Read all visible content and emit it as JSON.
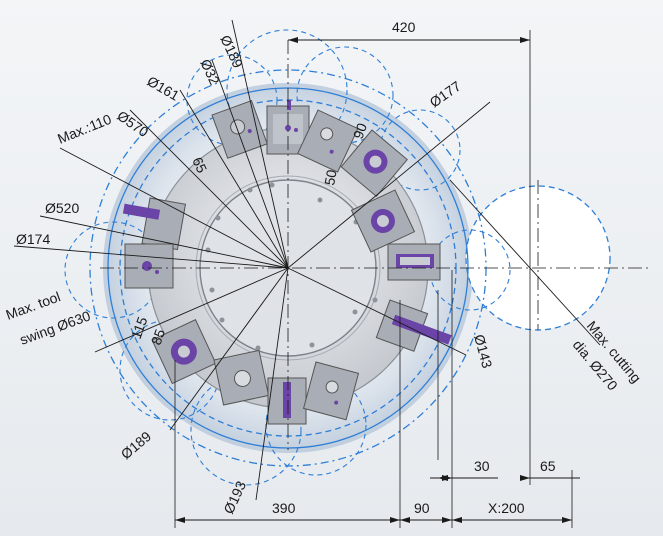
{
  "colors": {
    "dimension_line": "#1a1a1a",
    "swing_circle": "#2f7fd6",
    "turret_face": "#c9ccd2",
    "tool_block": "#a7abb3",
    "tool_accent": "#6a44a6",
    "halo": "#cfd9e6"
  },
  "labels": {
    "d189_top": "Ø189",
    "d32": "Ø32",
    "d161": "Ø161",
    "d570": "Ø570",
    "max110": "Max.:110",
    "d520": "Ø520",
    "d174": "Ø174",
    "swing_line1": "Max. tool",
    "swing_line2": "swing Ø630",
    "d177": "Ø177",
    "d420": "420",
    "d65_left": "65",
    "d90_top": "90",
    "d50": "50",
    "d115": "115",
    "d85": "85",
    "d143": "Ø143",
    "cut_line1": "Max. cutting",
    "cut_line2": "dia. Ø270",
    "d189_bottom": "Ø189",
    "d193": "Ø193",
    "d390": "390",
    "d90_bottom": "90",
    "x200": "X:200",
    "d30": "30",
    "d65_right": "65"
  }
}
